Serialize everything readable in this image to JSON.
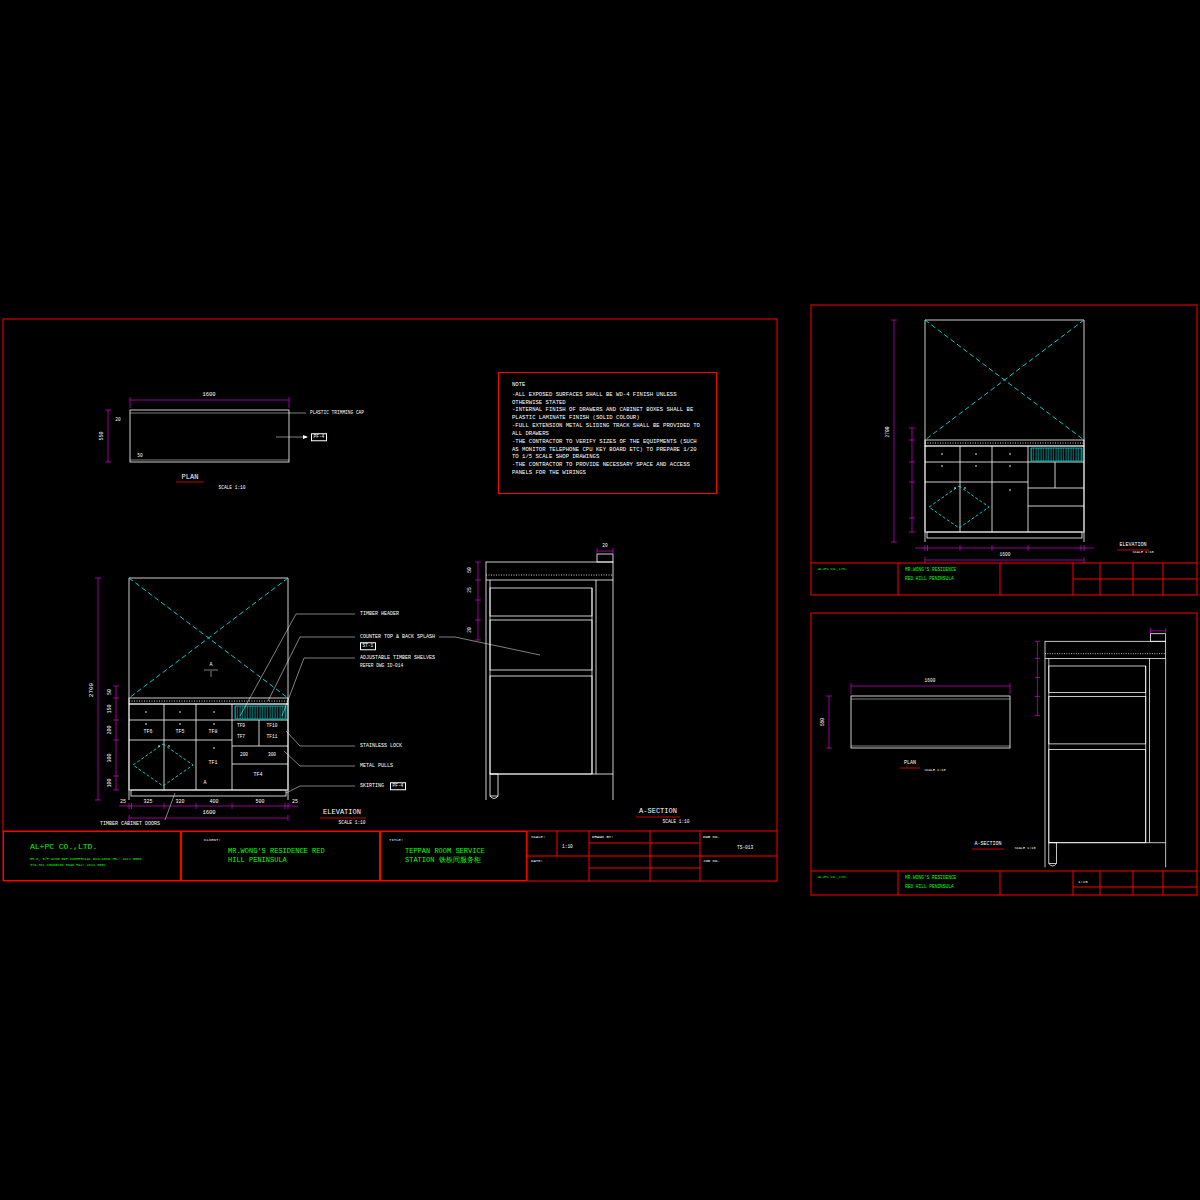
{
  "diagram": {
    "nodes": [
      {
        "text": [
          "NOTE",
          "-ALL EXPOSED SURFACES SHALL BE WD-4 FINISH UNLESS OTHERWISE STATED",
          "-INTERNAL FINISH OF DRAWERS AND CABINET BOXES SHALL BE PLASTIC LAMINATE FINISH (SOLID COLOUR)",
          "-FULL EXTENSION METAL SLIDING TRACK SHALL BE PROVIDED TO ALL DRAWERS",
          "-THE CONTRACTOR TO VERIFY SIZES OF THE EQUIPMENTS (SUCH AS MONITOR TELEPHONE CPU KEY BOARD ETC) TO PREPARE 1/20 TO 1/5 SCALE SHOP DRAWINGS",
          "-THE CONTRACTOR TO PROVIDE NECESSARY SPACE AND ACCESS PANELS FOR THE WIRINGS"
        ]
      },
      {
        "text": [
          "AL+PC CO.,LTD.",
          "RM.8, 5/F WING GAP COMMERCIAL BUILDING TEL: 2811 0000",
          "379-381 CHANGSHA ROAD FAX: 2811 0001"
        ]
      },
      {
        "text": [
          "CLIENT:",
          "MR.WONG'S RESIDENCE RED HILL PENINSULA"
        ]
      },
      {
        "text": [
          "TITLE:",
          "TEPPAN ROOM SERVICE STATION 铁板间服务柜"
        ]
      }
    ],
    "labels": [
      "1600",
      "550",
      "20",
      "50",
      "PLASTIC TRIMMING CAP",
      "PF-4",
      "PLAN",
      "SCALE 1:10",
      "2700",
      "50",
      "150",
      "200",
      "300",
      "100",
      "25",
      "325",
      "320",
      "400",
      "500",
      "25",
      "1600",
      "TF6",
      "TF5",
      "TF8",
      "TF9",
      "TF10",
      "TF7",
      "TF11",
      "TF1",
      "200",
      "300",
      "TF4",
      "A",
      "A",
      "TIMBER HEADER",
      "COUNTER TOP & BACK SPLASH",
      "ST-1",
      "ADJUSTABLE TIMBER SHELVES",
      "REFER DWG ID-014",
      "STAINLESS LOCK",
      "METAL PULLS",
      "SKIRTING",
      "PF-4",
      "TIMBER CABINET DOORS",
      "ELEVATION",
      "SCALE 1:10",
      "20",
      "50",
      "25",
      "20",
      "A-SECTION",
      "SCALE 1:10",
      "SCALE:",
      "1:10",
      "DATE:",
      "DRAWN BY:",
      "DWG NO.",
      "TS-013",
      "JOB NO.",
      "2700",
      "1600",
      "ELEVATION",
      "SCALE 1:10",
      "AL+PC CO.,LTD.",
      "MR.WONG'S RESIDENCE",
      "RED HILL PENINSULA",
      "1600",
      "550",
      "PLAN",
      "SCALE 1:10",
      "A-SECTION",
      "SCALE 1:10",
      "AL+PC CO.,LTD.",
      "MR.WONG'S RESIDENCE",
      "RED HILL PENINSULA",
      "1:10"
    ]
  }
}
